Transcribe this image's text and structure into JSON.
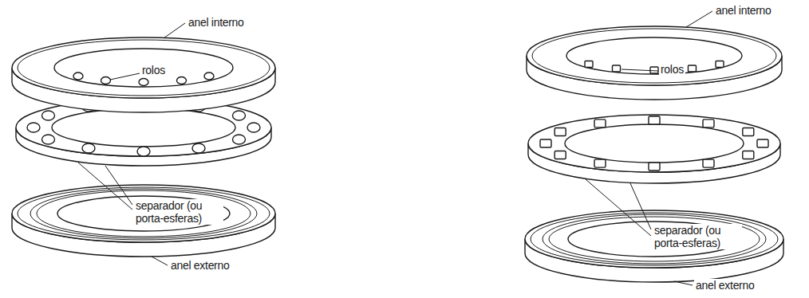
{
  "diagram": {
    "labels": [
      "anel interno",
      "rolos",
      "separador (ou porta-esferas)",
      "anel externo",
      "anel interno",
      "rolos",
      "separador (ou porta-esferas)",
      "anel externo"
    ]
  }
}
